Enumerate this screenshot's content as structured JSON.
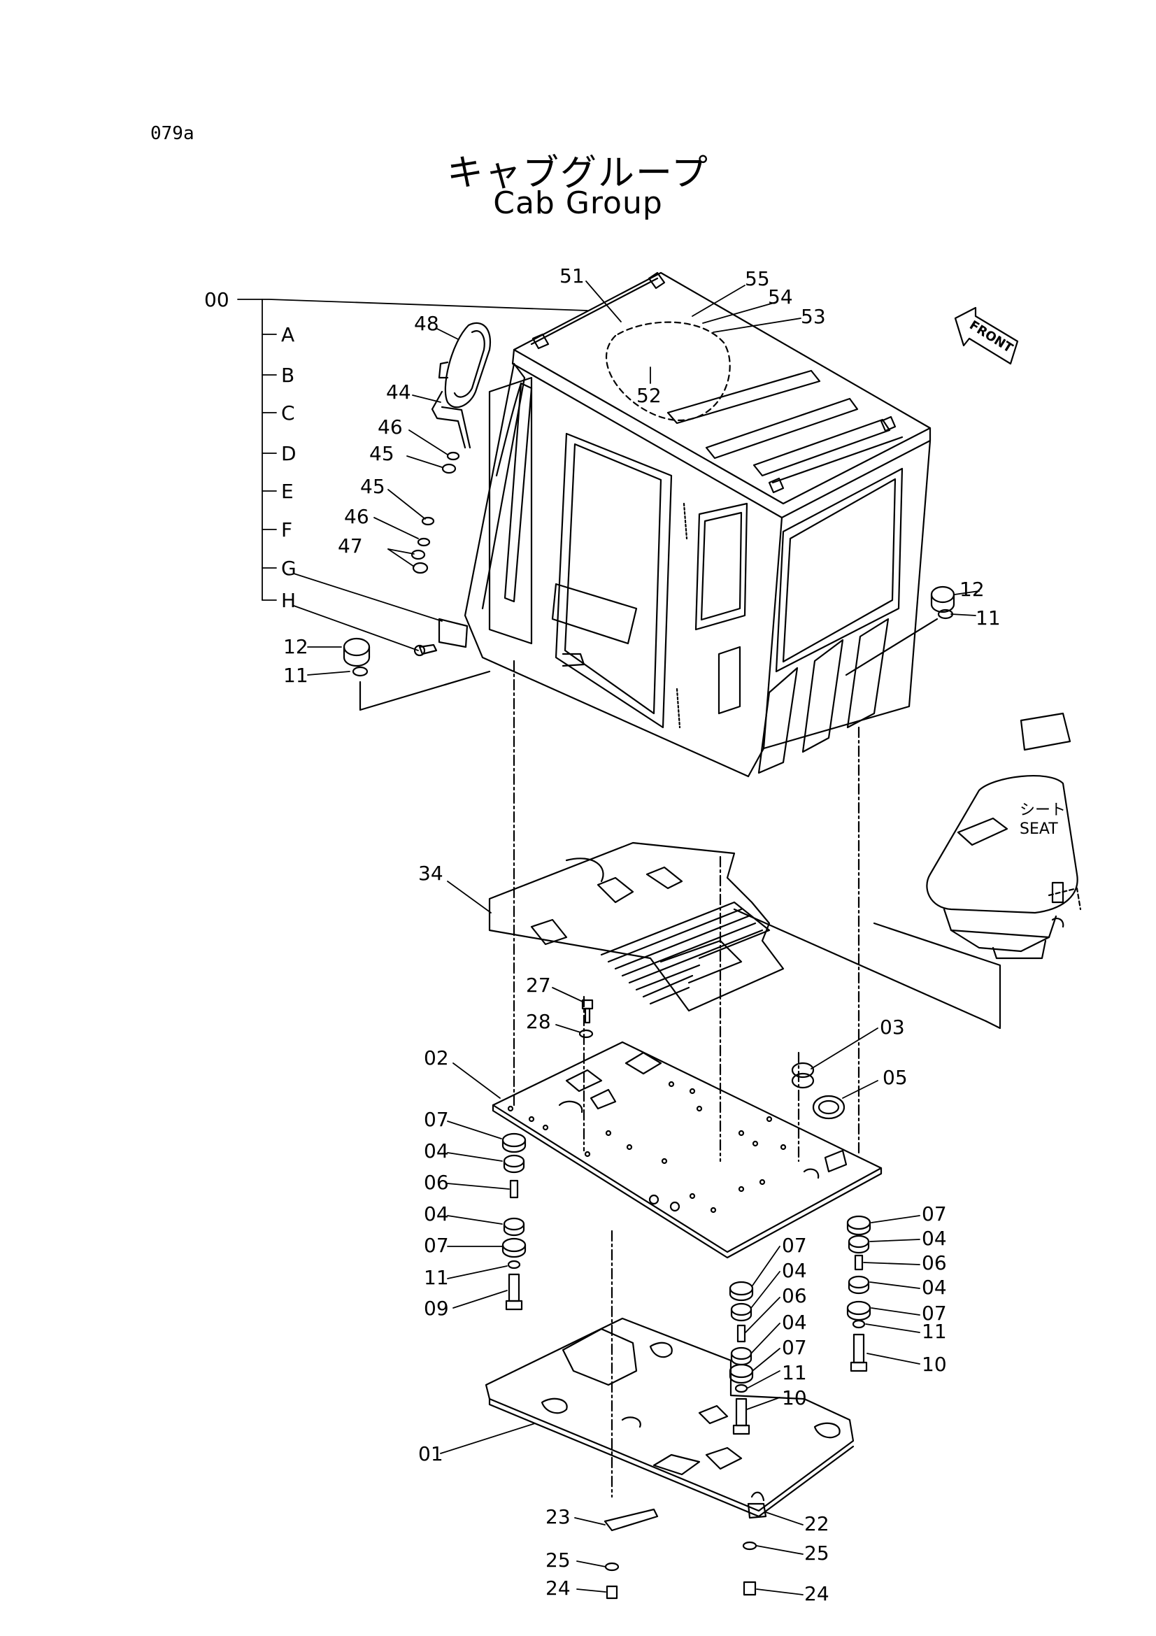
{
  "page_code": "079a",
  "title_jp": "キャブグループ",
  "title_en": "Cab Group",
  "front_label": "FRONT",
  "seat_label_jp": "シート",
  "seat_label_en": "SEAT",
  "kit_letters": [
    "A",
    "B",
    "C",
    "D",
    "E",
    "F",
    "G",
    "H"
  ],
  "callouts": [
    "00",
    "51",
    "55",
    "54",
    "53",
    "52",
    "48",
    "44",
    "46",
    "45",
    "45",
    "46",
    "47",
    "12",
    "11",
    "12",
    "11",
    "34",
    "27",
    "28",
    "02",
    "03",
    "05",
    "07",
    "04",
    "06",
    "04",
    "07",
    "11",
    "09",
    "07",
    "04",
    "06",
    "04",
    "07",
    "11",
    "10",
    "07",
    "04",
    "06",
    "04",
    "07",
    "11",
    "10",
    "01",
    "23",
    "22",
    "25",
    "25",
    "24",
    "24"
  ]
}
